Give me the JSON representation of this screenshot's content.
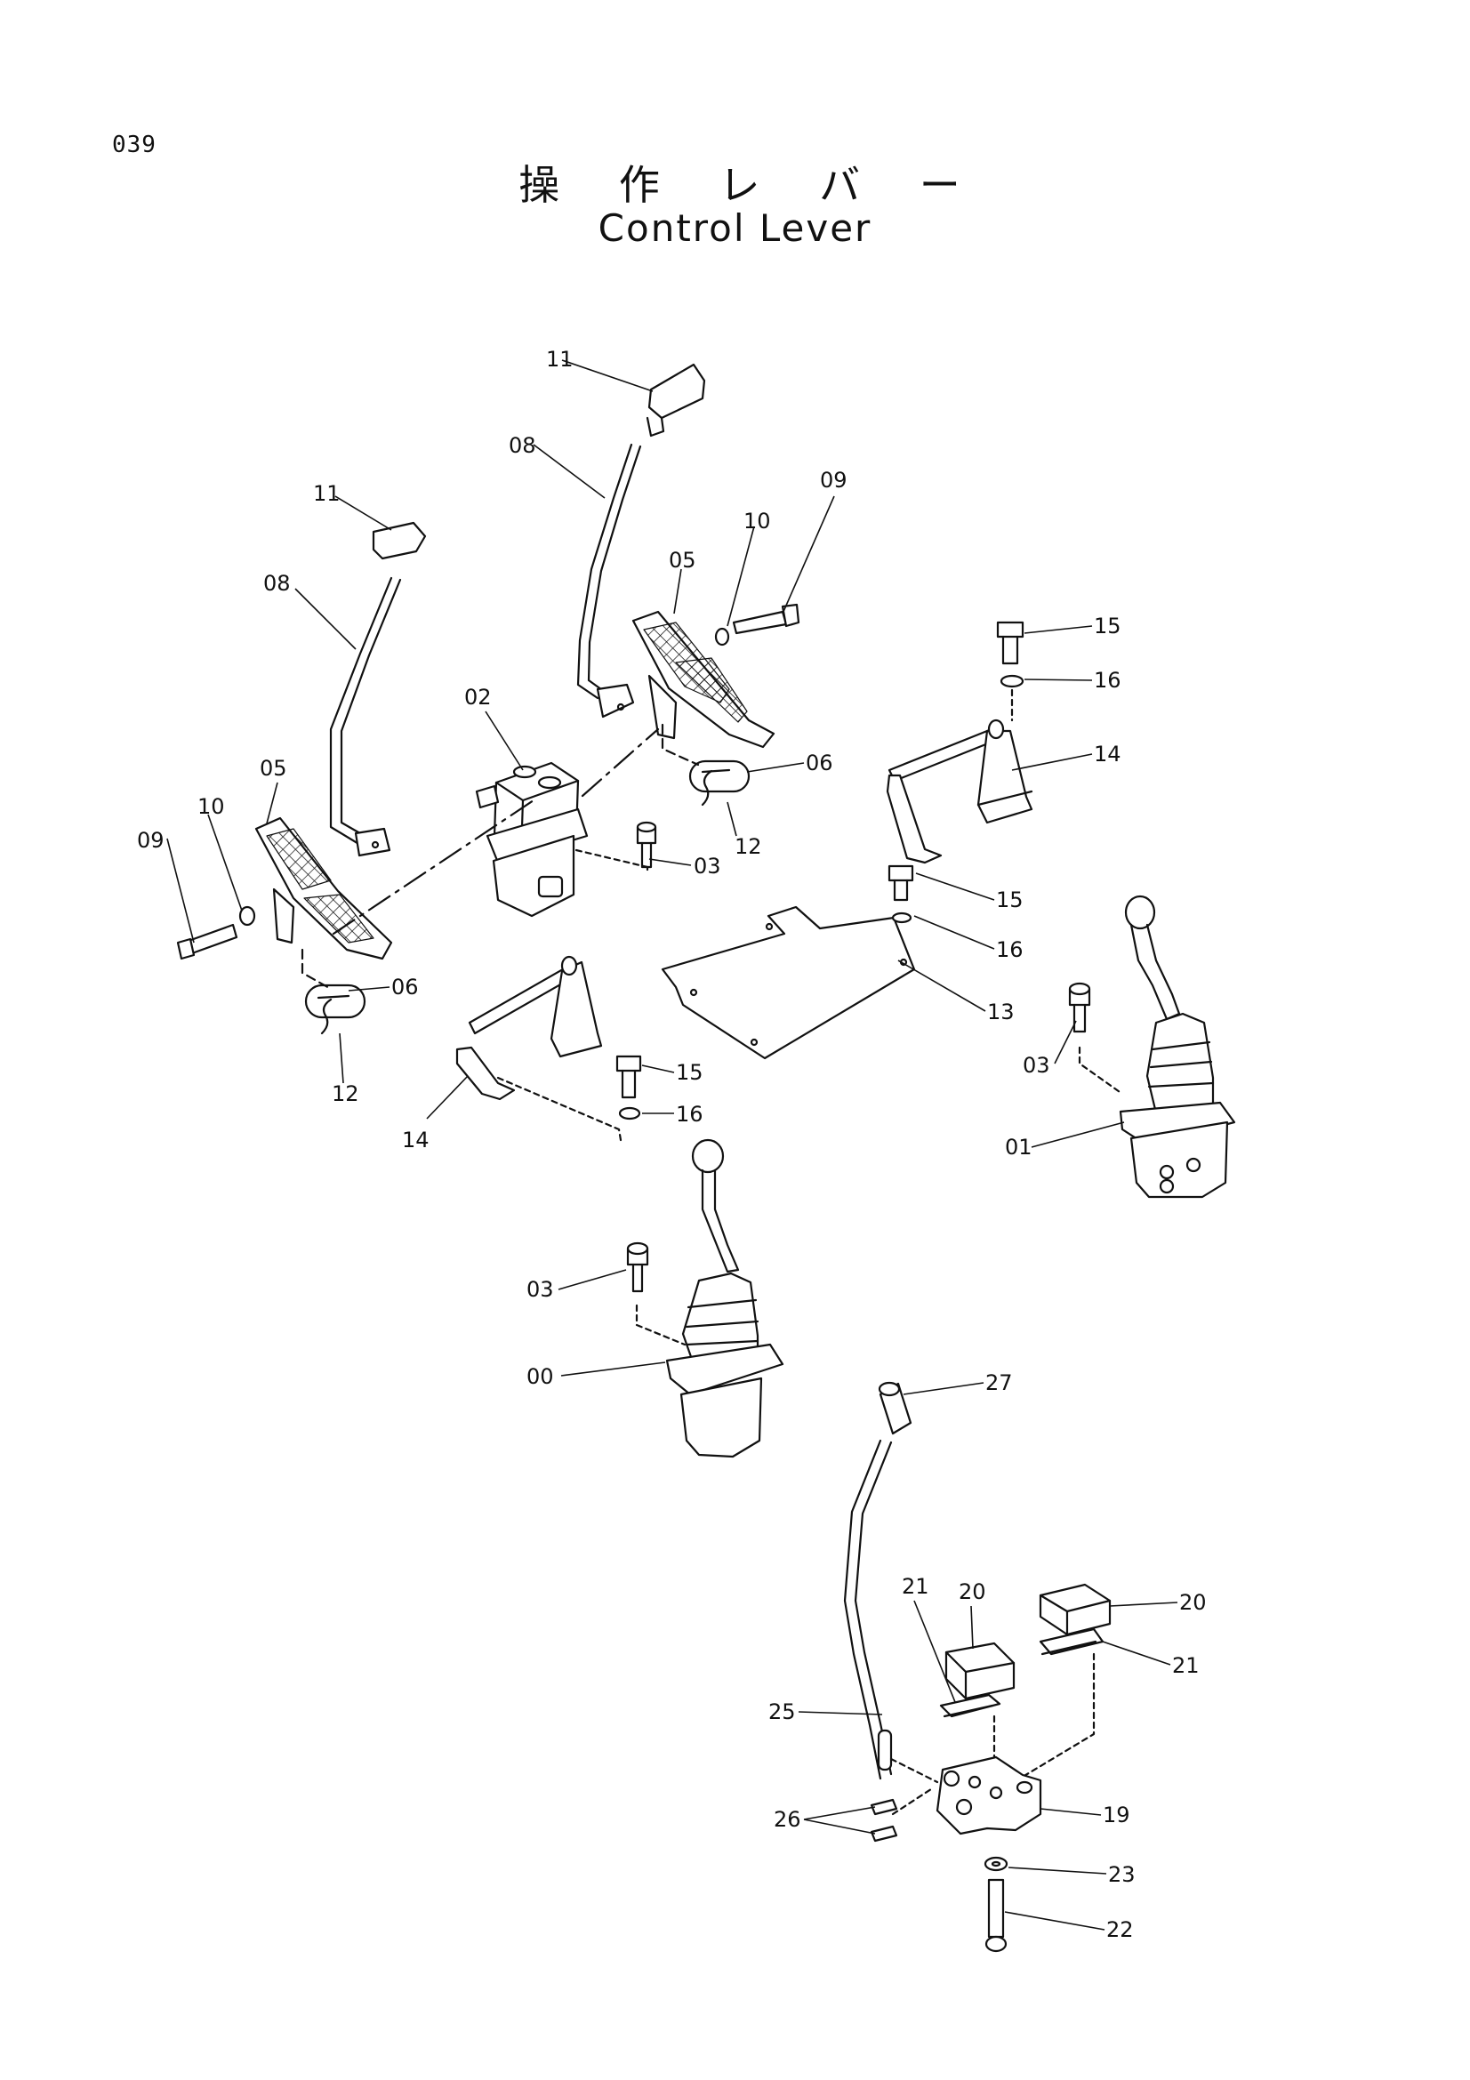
{
  "page": {
    "number": "039"
  },
  "title": {
    "japanese": "操 作 レ バ ー",
    "english": "Control Lever"
  },
  "callouts": [
    "11",
    "08",
    "11",
    "08",
    "09",
    "10",
    "05",
    "05",
    "10",
    "09",
    "02",
    "06",
    "03",
    "12",
    "06",
    "12",
    "15",
    "16",
    "14",
    "15",
    "16",
    "13",
    "03",
    "01",
    "14",
    "15",
    "16",
    "03",
    "00",
    "27",
    "20",
    "20",
    "21",
    "21",
    "25",
    "19",
    "26",
    "23",
    "22"
  ],
  "colors": {
    "line": "#111111",
    "paper": "#ffffff",
    "dash": "#555555"
  }
}
